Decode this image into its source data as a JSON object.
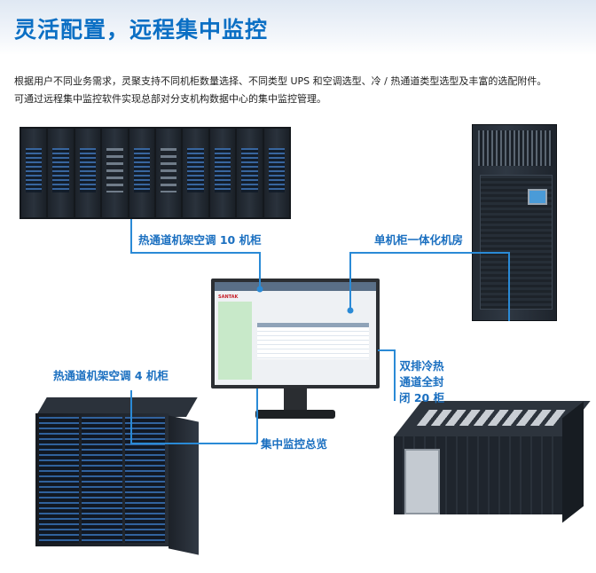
{
  "page": {
    "title": "灵活配置，远程集中监控",
    "description_lines": [
      "根据用户不同业务需求，灵聚支持不同机柜数量选择、不同类型 UPS 和空调选型、冷 / 热通道类型选型及丰富的选配附件。",
      "可通过远程集中监控软件实现总部对分支机构数据中心的集中监控管理。"
    ]
  },
  "labels": {
    "row10": "热通道机架空调 10 机柜",
    "single": "单机柜一体化机房",
    "block4": "热通道机架空调 4 机柜",
    "monitor": "集中监控总览",
    "block20_lines": [
      "双排冷热",
      "通道全封",
      "闭 20 柜"
    ]
  },
  "monitor_screen": {
    "brand": "SANTAK"
  },
  "colors": {
    "title": "#0b6fc4",
    "label": "#1a6fc0",
    "connector": "#2a8ad6"
  }
}
